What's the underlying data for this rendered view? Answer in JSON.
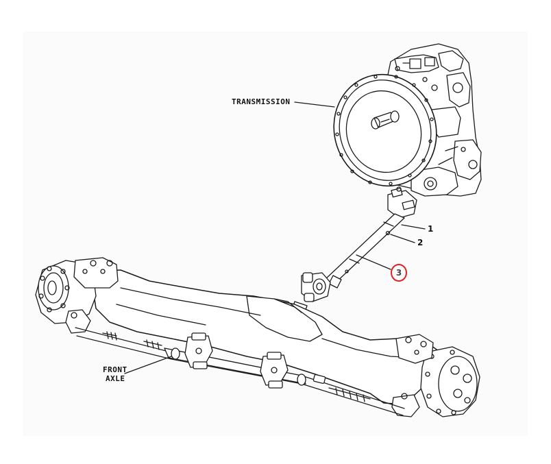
{
  "labels": {
    "transmission": "TRANSMISSION",
    "front_axle_line1": "FRONT",
    "front_axle_line2": "AXLE"
  },
  "callouts": {
    "item1": "1",
    "item2": "2",
    "item3": "3"
  },
  "colors": {
    "line": "#1a1a1a",
    "highlight_circle": "#e02020",
    "background": "#ffffff"
  }
}
